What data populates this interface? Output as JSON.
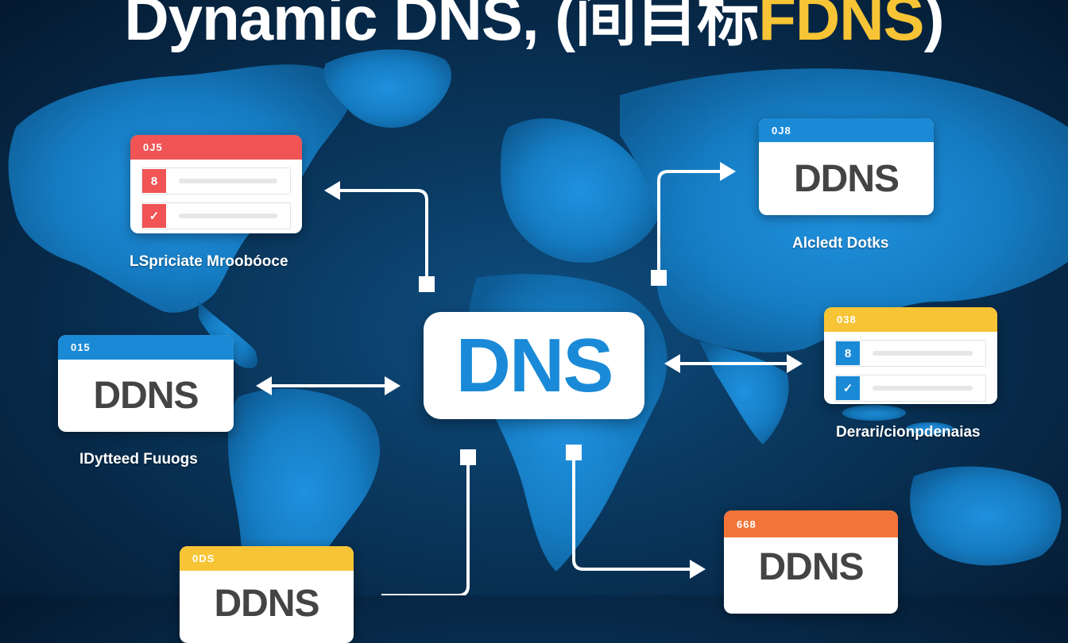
{
  "title": {
    "prefix": "Dynamic DNS, (间目标",
    "accent": "FDNS",
    "suffix": ")"
  },
  "colors": {
    "background": "#072a4a",
    "land": "#1a8ad8",
    "title_accent": "#f6c435",
    "center_text": "#1a8ad8",
    "red": "#f05455",
    "blue": "#1b8ad6",
    "yellow": "#f6c435",
    "orange": "#f37438"
  },
  "center_node": {
    "label": "DNS"
  },
  "cards": [
    {
      "id": "top-left",
      "header": "0J5",
      "header_color": "#f05455",
      "type": "list",
      "rows": [
        {
          "icon": "8"
        },
        {
          "icon": "✓"
        }
      ],
      "caption": "LSpriciate Mroobóoce"
    },
    {
      "id": "top-right",
      "header": "0J8",
      "header_color": "#1b8ad6",
      "type": "label",
      "label": "DDNS",
      "caption": "Alcledt Dotks"
    },
    {
      "id": "mid-left",
      "header": "015",
      "header_color": "#1b8ad6",
      "type": "label",
      "label": "DDNS",
      "caption": "IDytteed Fuuogs"
    },
    {
      "id": "mid-right",
      "header": "038",
      "header_color": "#f6c435",
      "type": "list",
      "rows": [
        {
          "icon": "8"
        },
        {
          "icon": "✓"
        }
      ],
      "caption": "Derari/cionpdenaias"
    },
    {
      "id": "bottom-left",
      "header": "0DS",
      "header_color": "#f6c435",
      "type": "label",
      "label": "DDNS",
      "caption": ""
    },
    {
      "id": "bottom-right",
      "header": "668",
      "header_color": "#f37438",
      "type": "label",
      "label": "DDNS",
      "caption": ""
    }
  ]
}
